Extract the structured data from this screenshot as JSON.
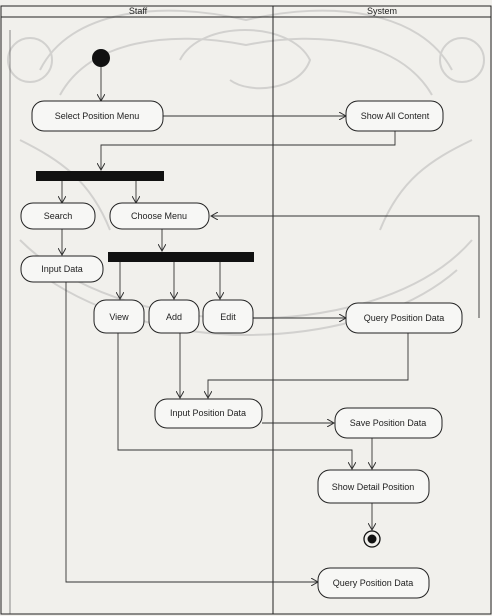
{
  "lanes": {
    "left": "Staff",
    "right": "System"
  },
  "nodes": {
    "select_position_menu": "Select Position Menu",
    "show_all_content": "Show All Content",
    "search": "Search",
    "choose_menu": "Choose Menu",
    "input_data": "Input Data",
    "view": "View",
    "add": "Add",
    "edit": "Edit",
    "query_position_data_top": "Query Position Data",
    "input_position_data": "Input Position Data",
    "save_position_data": "Save Position Data",
    "show_detail_position": "Show Detail Position",
    "query_position_data_bottom": "Query Position Data"
  },
  "colors": {
    "background": "#f1f0ec",
    "lines": "#222222",
    "bars": "#111111",
    "watermark": "#9a9a9a"
  }
}
